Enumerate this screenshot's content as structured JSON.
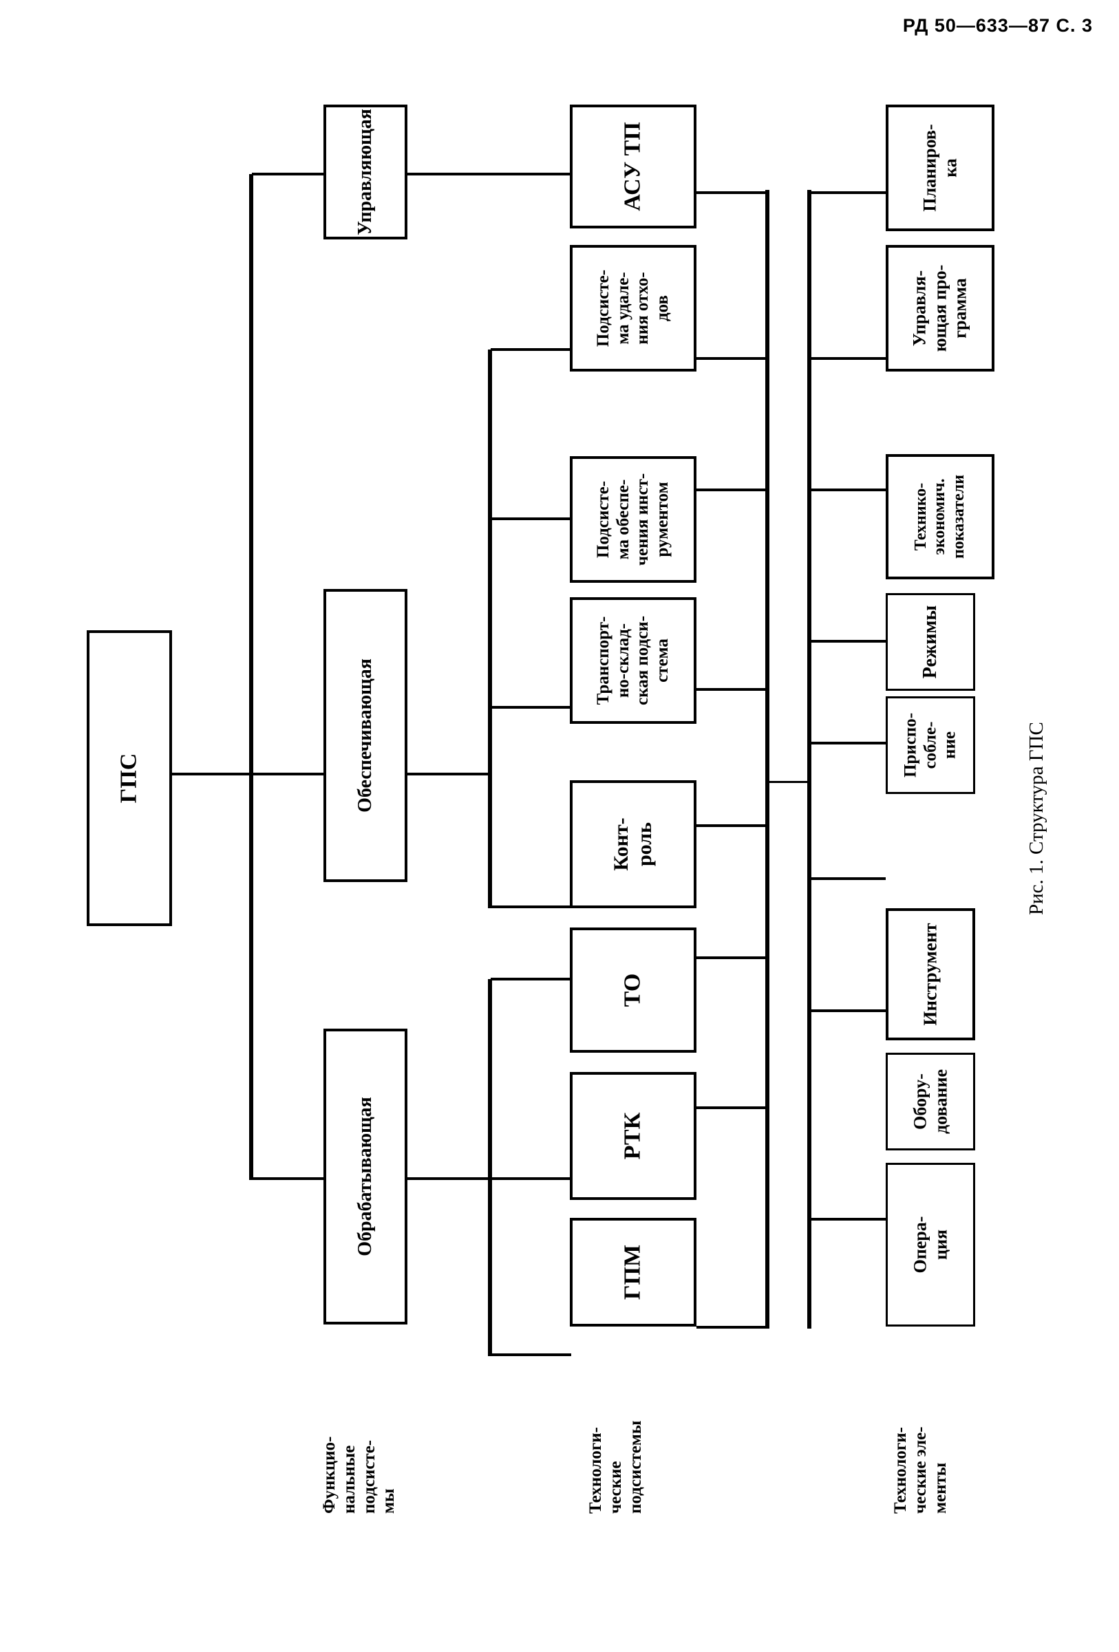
{
  "header": {
    "doc_ref": "РД 50—633—87 С. 3"
  },
  "figure": {
    "caption": "Рис. 1. Структура ГПС"
  },
  "root": {
    "label": "ГПС"
  },
  "level1": {
    "items": [
      {
        "label": "Управляющая"
      },
      {
        "label": "Обеспечивающая"
      },
      {
        "label": "Обрабатывающая"
      }
    ]
  },
  "level2": {
    "items": [
      {
        "label": "АСУ ТП"
      },
      {
        "label": "Подсисте-\nма удале-\nния отхо-\nдов"
      },
      {
        "label": "Подсисте-\nма обеспе-\nчения инст-\nрументом"
      },
      {
        "label": "Транспорт-\nно-склад-\nская подси-\nстема"
      },
      {
        "label": "Конт-\nроль"
      },
      {
        "label": "ТО"
      },
      {
        "label": "РТК"
      },
      {
        "label": "ГПМ"
      }
    ]
  },
  "level3": {
    "items": [
      {
        "label": "Планиров-\nка"
      },
      {
        "label": "Управля-\nющая про-\nграмма"
      },
      {
        "label": "Технико-\nэкономич.\nпоказатели"
      },
      {
        "label": "Режимы"
      },
      {
        "label": "Приспо-\nсобле-\nние"
      },
      {
        "label": "Инструмент"
      },
      {
        "label": "Обору-\nдование"
      },
      {
        "label": "Опера-\nция"
      }
    ]
  },
  "row_captions": {
    "functional": "Функцио-\nнальные\nподсисте-\nмы",
    "technological_subsystems": "Технологи-\nческие\nподсистемы",
    "technological_elements": "Технологи-\nческие эле-\nменты"
  },
  "colors": {
    "ink": "#000000",
    "paper": "#ffffff"
  }
}
